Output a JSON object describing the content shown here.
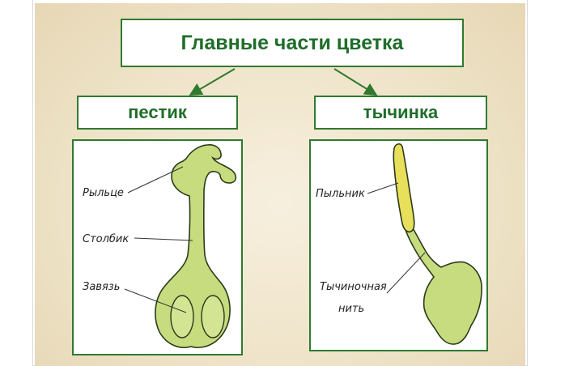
{
  "title": "Главные части цветка",
  "pistil": {
    "heading": "пестик",
    "labels": {
      "stigma": "Рыльце",
      "style": "Столбик",
      "ovary": "Завязь"
    }
  },
  "stamen": {
    "heading": "тычинка",
    "labels": {
      "anther": "Пыльник",
      "filament_line1": "Тычиночная",
      "filament_line2": "нить"
    }
  },
  "colors": {
    "border": "#2f7a2f",
    "heading_text": "#1f6d2a",
    "plant_fill": "#c6dc7e",
    "anther_fill": "#e8df5a",
    "outline": "#2b3a1a"
  }
}
